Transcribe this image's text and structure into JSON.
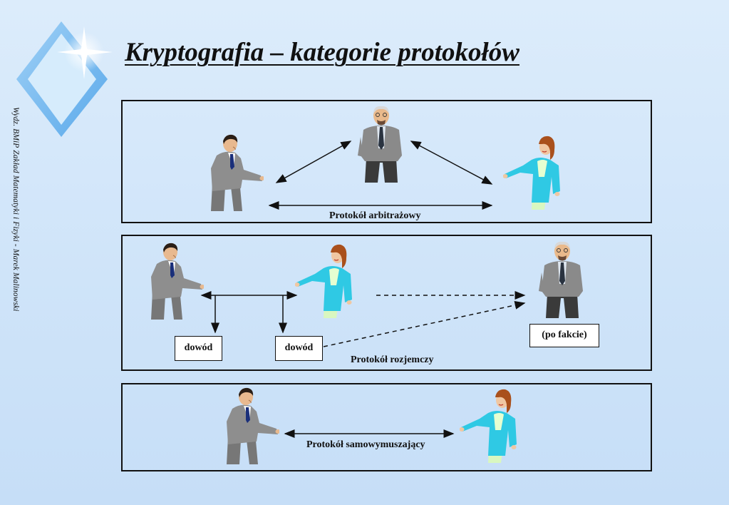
{
  "title": "Kryptografia – kategorie protokołów",
  "sidebar": "Wydz. BMiP Zakład Matematyki i Fizyki - Marek Malinowski",
  "panels": {
    "arbitration": {
      "label": "Protokół arbitrażowy"
    },
    "adjudication": {
      "label": "Protokół rozjemczy",
      "proof1": "dowód",
      "proof2": "dowód",
      "after_fact": "(po fakcie)"
    },
    "self_enforcing": {
      "label": "Protokół samowymuszający"
    }
  },
  "icons": [
    "diamond-sparkle-logo",
    "businessman-figure",
    "businesswoman-figure",
    "elderly-arbiter-figure"
  ],
  "colors": {
    "background": "#d4e7fa",
    "arrow": "#111111",
    "woman_jacket": "#2fc9e4",
    "man_suit": "#808080"
  }
}
